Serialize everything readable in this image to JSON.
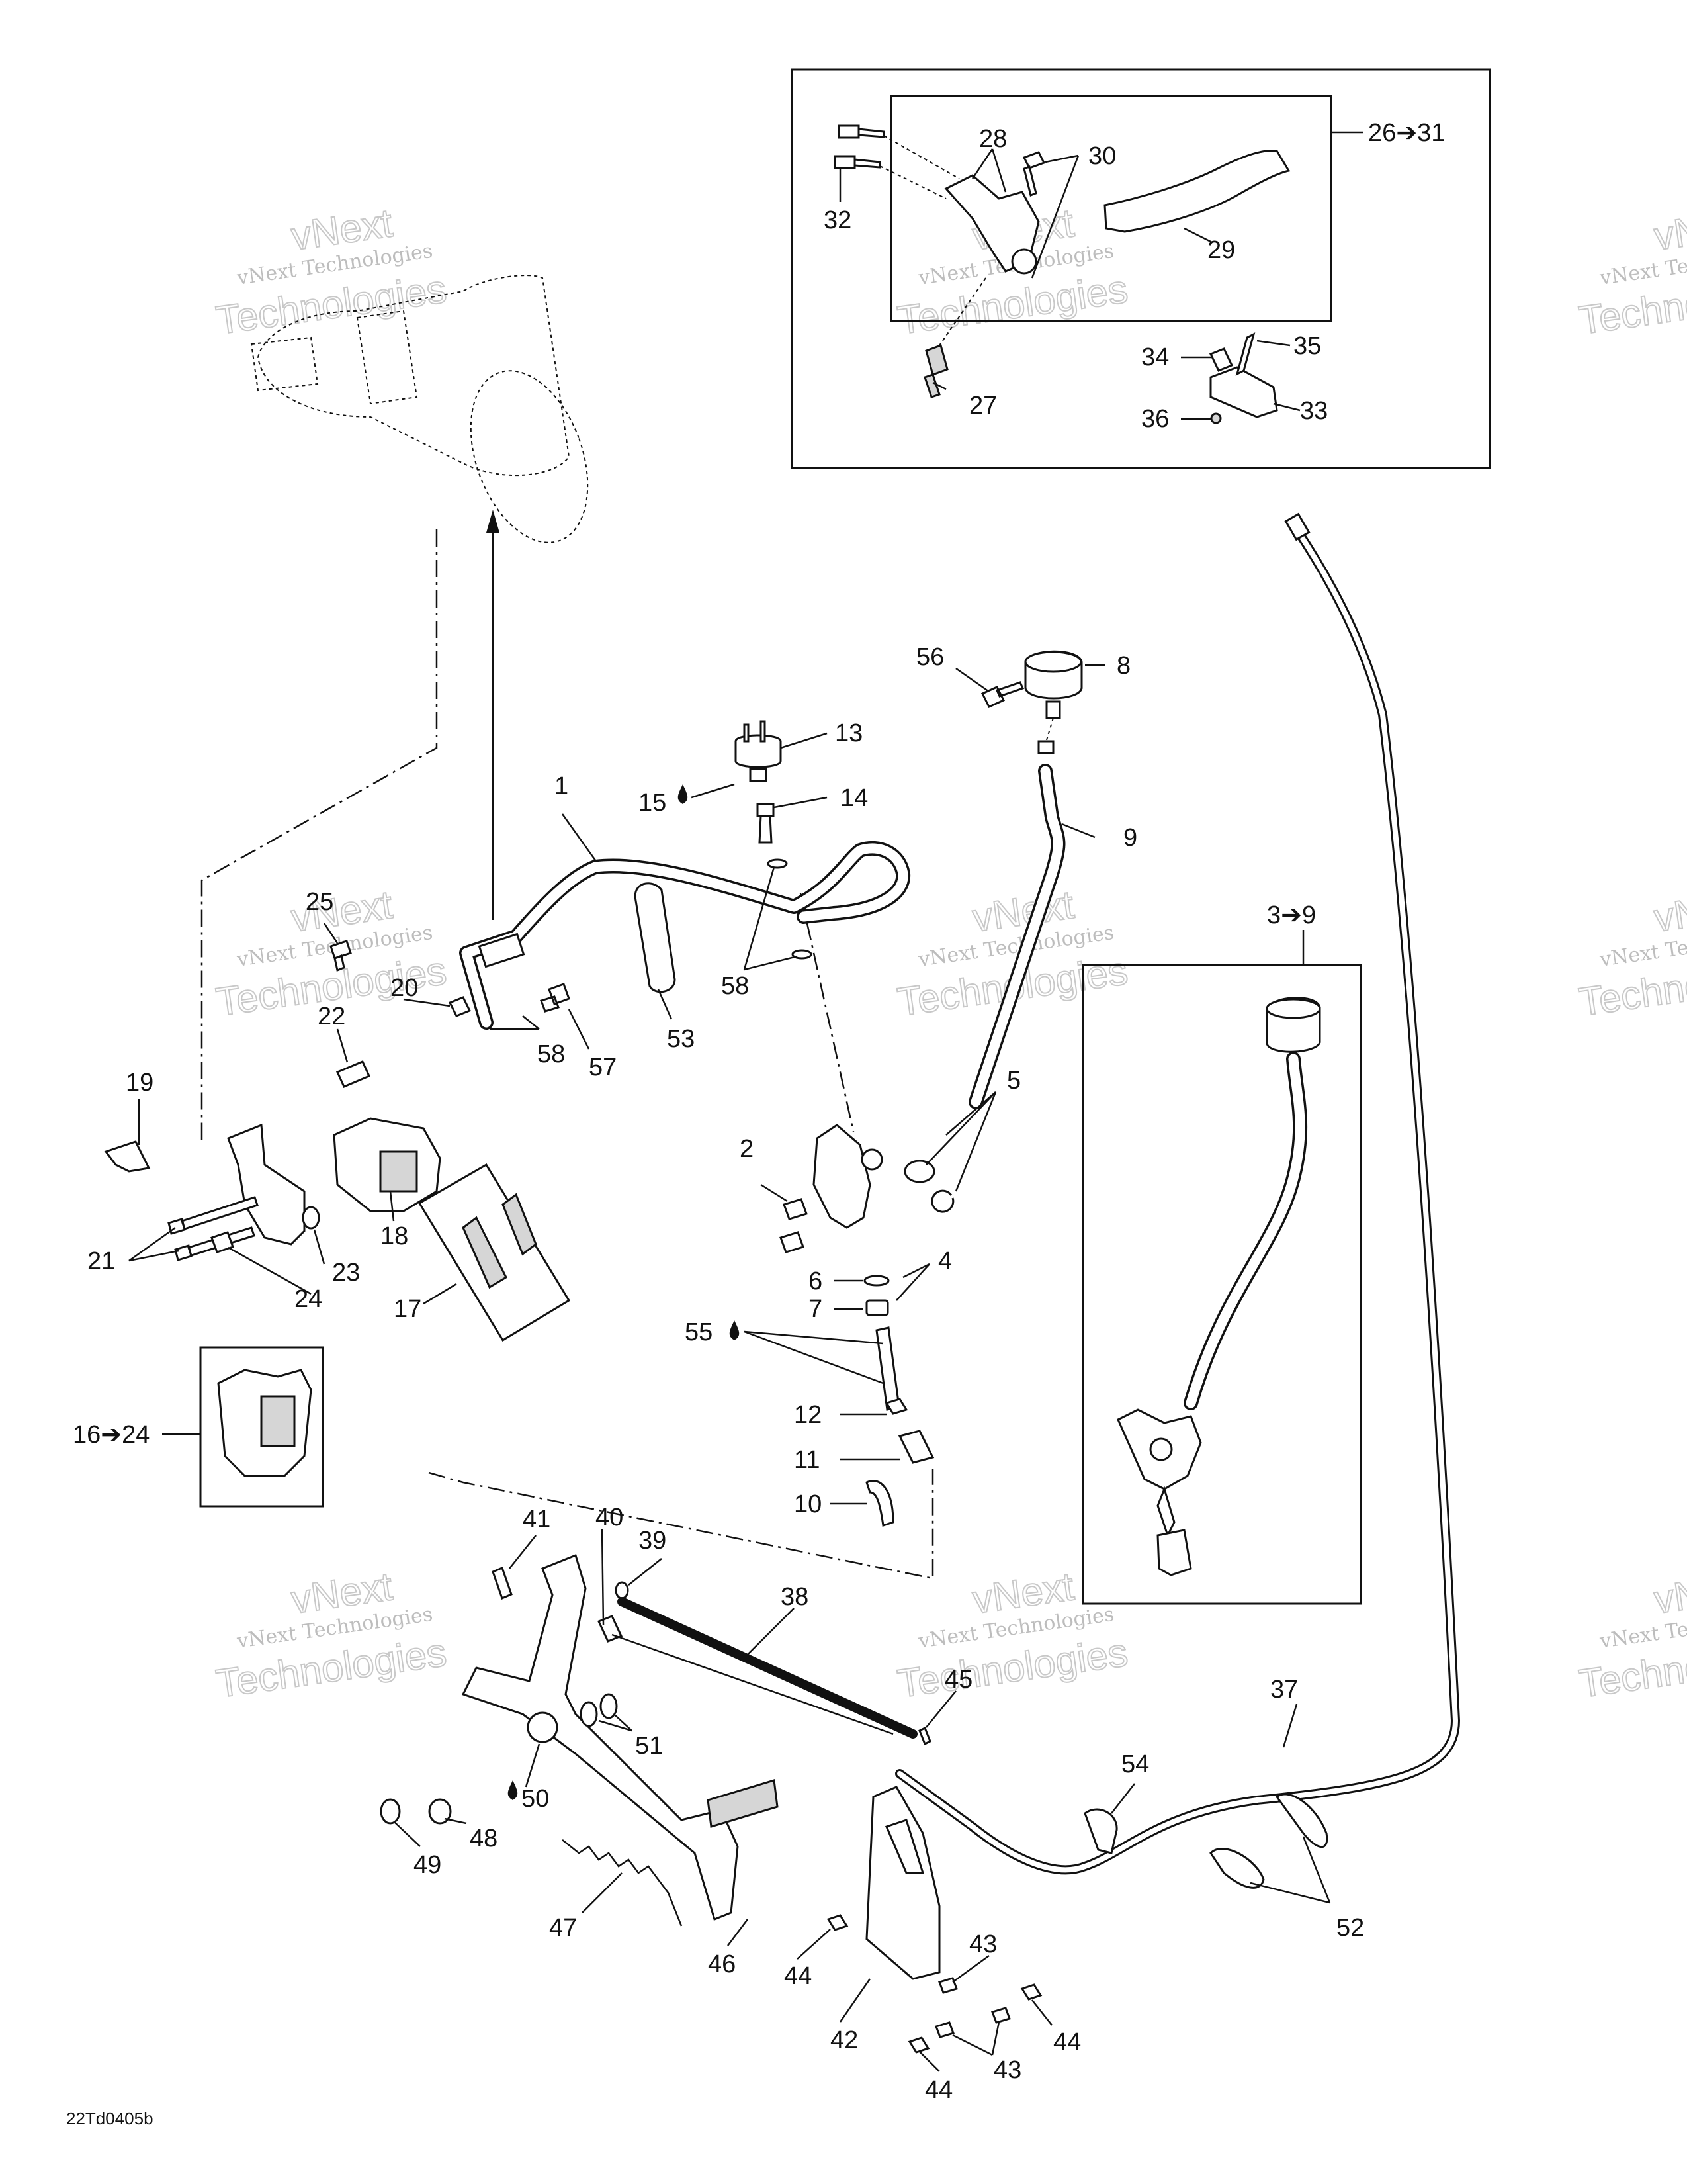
{
  "diagram_code": "22Td0405b",
  "watermark": {
    "line1": "vNext Technologies",
    "line2": "vNext",
    "line3": "Technologies"
  },
  "callouts": [
    {
      "id": "c1",
      "label": "1"
    },
    {
      "id": "c2",
      "label": "2"
    },
    {
      "id": "c3",
      "label": "3➔9"
    },
    {
      "id": "c4",
      "label": "4"
    },
    {
      "id": "c5",
      "label": "5"
    },
    {
      "id": "c6",
      "label": "6"
    },
    {
      "id": "c7",
      "label": "7"
    },
    {
      "id": "c8",
      "label": "8"
    },
    {
      "id": "c9",
      "label": "9"
    },
    {
      "id": "c10",
      "label": "10"
    },
    {
      "id": "c11",
      "label": "11"
    },
    {
      "id": "c12",
      "label": "12"
    },
    {
      "id": "c13",
      "label": "13"
    },
    {
      "id": "c14",
      "label": "14"
    },
    {
      "id": "c15",
      "label": "15"
    },
    {
      "id": "c16",
      "label": "16➔24"
    },
    {
      "id": "c17",
      "label": "17"
    },
    {
      "id": "c18",
      "label": "18"
    },
    {
      "id": "c19",
      "label": "19"
    },
    {
      "id": "c20",
      "label": "20"
    },
    {
      "id": "c21",
      "label": "21"
    },
    {
      "id": "c22",
      "label": "22"
    },
    {
      "id": "c23",
      "label": "23"
    },
    {
      "id": "c24",
      "label": "24"
    },
    {
      "id": "c25",
      "label": "25"
    },
    {
      "id": "c26",
      "label": "26➔31"
    },
    {
      "id": "c27",
      "label": "27"
    },
    {
      "id": "c28",
      "label": "28"
    },
    {
      "id": "c29",
      "label": "29"
    },
    {
      "id": "c30",
      "label": "30"
    },
    {
      "id": "c32",
      "label": "32"
    },
    {
      "id": "c33",
      "label": "33"
    },
    {
      "id": "c34",
      "label": "34"
    },
    {
      "id": "c35",
      "label": "35"
    },
    {
      "id": "c36",
      "label": "36"
    },
    {
      "id": "c37",
      "label": "37"
    },
    {
      "id": "c38",
      "label": "38"
    },
    {
      "id": "c39",
      "label": "39"
    },
    {
      "id": "c40",
      "label": "40"
    },
    {
      "id": "c41",
      "label": "41"
    },
    {
      "id": "c42",
      "label": "42"
    },
    {
      "id": "c43a",
      "label": "43"
    },
    {
      "id": "c43b",
      "label": "43"
    },
    {
      "id": "c44a",
      "label": "44"
    },
    {
      "id": "c44b",
      "label": "44"
    },
    {
      "id": "c44c",
      "label": "44"
    },
    {
      "id": "c45",
      "label": "45"
    },
    {
      "id": "c46",
      "label": "46"
    },
    {
      "id": "c47",
      "label": "47"
    },
    {
      "id": "c48",
      "label": "48"
    },
    {
      "id": "c49",
      "label": "49"
    },
    {
      "id": "c50",
      "label": "50"
    },
    {
      "id": "c51",
      "label": "51"
    },
    {
      "id": "c52",
      "label": "52"
    },
    {
      "id": "c53",
      "label": "53"
    },
    {
      "id": "c54",
      "label": "54"
    },
    {
      "id": "c55",
      "label": "55"
    },
    {
      "id": "c56",
      "label": "56"
    },
    {
      "id": "c57",
      "label": "57"
    },
    {
      "id": "c58a",
      "label": "58"
    },
    {
      "id": "c58b",
      "label": "58"
    }
  ]
}
